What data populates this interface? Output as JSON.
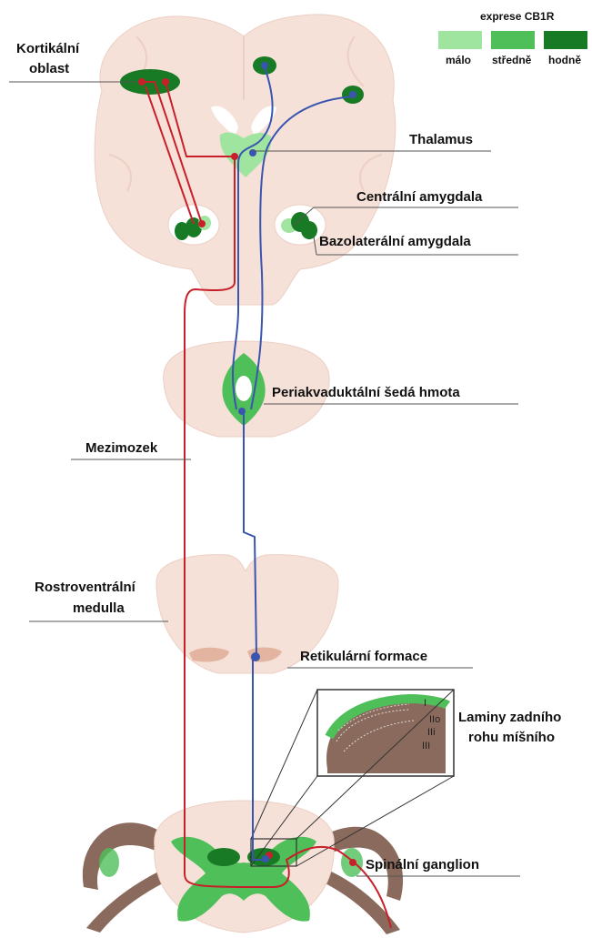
{
  "legend": {
    "title": "exprese CB1R",
    "items": [
      {
        "label": "málo",
        "color": "#9fe49f"
      },
      {
        "label": "středně",
        "color": "#4fbf5a"
      },
      {
        "label": "hodně",
        "color": "#187a25"
      }
    ]
  },
  "labels": {
    "cortex_line1": "Kortikální",
    "cortex_line2": "oblast",
    "thalamus": "Thalamus",
    "central_amygdala": "Centrální amygdala",
    "basolateral_amygdala": "Bazolaterální amygdala",
    "pag": "Periakvaduktální šedá hmota",
    "midbrain": "Mezimozek",
    "rvm_line1": "Rostroventrální",
    "rvm_line2": "medulla",
    "reticular": "Retikulární formace",
    "laminae_line1": "Laminy zadního",
    "laminae_line2": "rohu míšního",
    "spinal_ganglion": "Spinální ganglion"
  },
  "lamina_labels": [
    "I",
    "IIo",
    "IIi",
    "III"
  ],
  "colors": {
    "tissue": "#f6e1d8",
    "low": "#9fe49f",
    "medium": "#4fbf5a",
    "high": "#187a25",
    "red_pathway": "#c8202a",
    "blue_pathway": "#3a55b0",
    "nerve": "#8a6a5c"
  }
}
